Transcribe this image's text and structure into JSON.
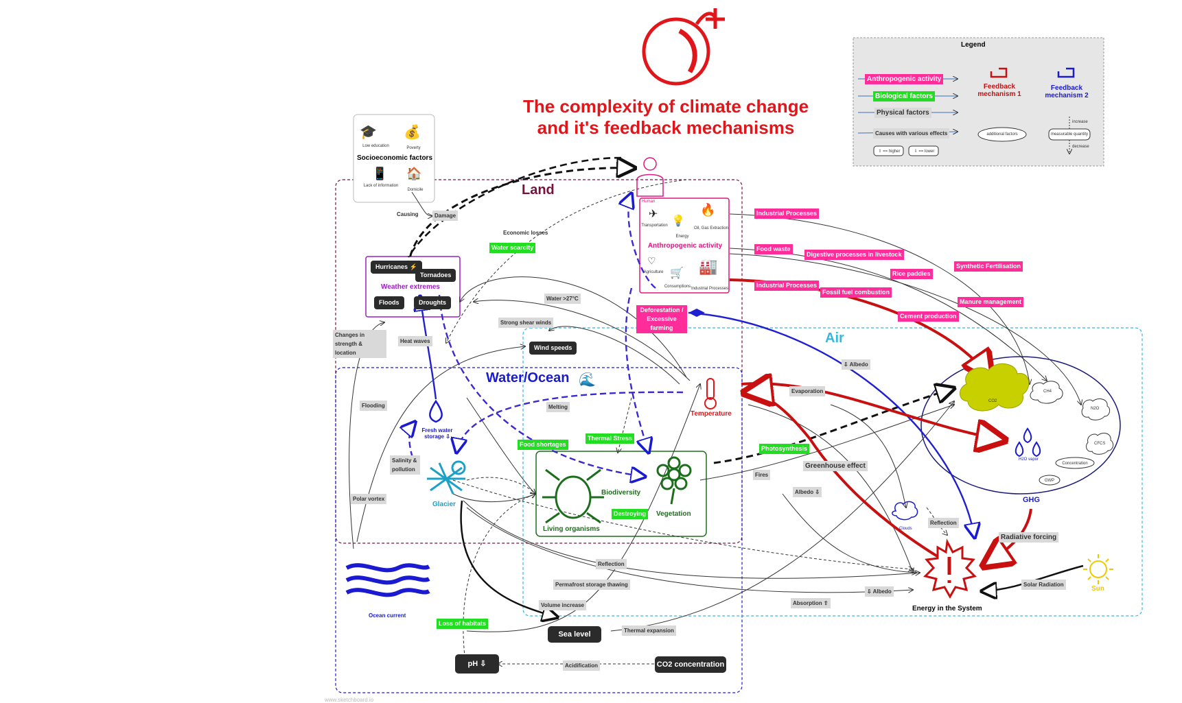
{
  "title": {
    "line1": "The complexity of climate change",
    "line2": "and it's feedback mechanisms"
  },
  "regions": {
    "land": "Land",
    "water": "Water/Ocean",
    "air": "Air"
  },
  "socio": {
    "title": "Socioeconomic factors",
    "items": [
      "Low education",
      "Poverty",
      "Lack of information",
      "Domicile"
    ]
  },
  "legend": {
    "title": "Legend",
    "anthropogenic": "Anthropogenic activity",
    "biological": "Biological factors",
    "physical": "Physical factors",
    "causes": "Causes with various effects",
    "feedback1": "Feedback mechanism 1",
    "feedback2": "Feedback mechanism 2",
    "additional": "additional factors",
    "measurable": "measurable quantity",
    "increase": "increase",
    "decrease": "decrease",
    "higher": "⇧ == higher",
    "lower": "⇩ == lower"
  },
  "human": {
    "label": "Human",
    "activity_title": "Anthropogenic activity",
    "icons": [
      "Transportation",
      "Energy",
      "Oil, Gas Extraction",
      "Agriculture",
      "Consumptions",
      "Industrial Processes"
    ]
  },
  "weather": {
    "title": "Weather extremes",
    "items": [
      "Hurricanes ⚡",
      "Tornadoes",
      "Floods",
      "Droughts"
    ]
  },
  "nodes": {
    "wind_speeds": "Wind speeds",
    "temperature": "Temperature",
    "fresh_water": "Fresh water storage ⇩",
    "glacier": "Glacier",
    "biodiversity": "Biodiversity",
    "vegetation": "Vegetation",
    "living": "Living organisms",
    "ocean_current": "Ocean current",
    "sea_level": "Sea level",
    "ph": "pH ⇩",
    "co2_conc": "CO2 concentration",
    "ghg": "GHG",
    "co2": "CO2",
    "ch4": "CH4",
    "n2o": "N2O",
    "cfcs": "CFCS",
    "h2o": "H2O vapor",
    "concentration": "Concentration",
    "gwp": "GWP",
    "clouds": "Clouds",
    "energy": "Energy in the System",
    "sun": "Sun"
  },
  "pink_tags": [
    "Industrial Processes",
    "Food waste",
    "Digestive processes in livestock",
    "Synthetic Fertilisation",
    "Rice paddies",
    "Industrial Processes",
    "Fossil fuel combustion",
    "Manure management",
    "Cement production",
    "Deforestation / Excessive farming"
  ],
  "green_tags": [
    "Water scarcity",
    "Food shortages",
    "Thermal Stress",
    "Photosynthesis",
    "Destroying",
    "Loss of habitats"
  ],
  "gray_tags": [
    "Causing",
    "Damage",
    "Economic losses",
    "Water >27°C",
    "Strong shear winds",
    "Heat waves",
    "Changes in strength & location",
    "Flooding",
    "Salinity & pollution",
    "Polar vortex",
    "Melting",
    "⇩ Albedo",
    "Evaporation",
    "Greenhouse effect",
    "Fires",
    "Albedo ⇩",
    "Reflection",
    "Radiative forcing",
    "Reflection",
    "Permafrost storage thawing",
    "Volume increase",
    "⇩ Albedo",
    "Solar Radiation",
    "Absorption ⇧",
    "Thermal expansion",
    "Acidification"
  ],
  "watermark": "www.sketchboard.io",
  "colors": {
    "red": "#e0161b",
    "pink": "#ff2d9a",
    "green": "#22dd22",
    "blue": "#1a1ad0",
    "purple": "#9b1fc0",
    "cyan": "#35b8e0",
    "maroon": "#7a1040",
    "olive": "#c8d000"
  }
}
